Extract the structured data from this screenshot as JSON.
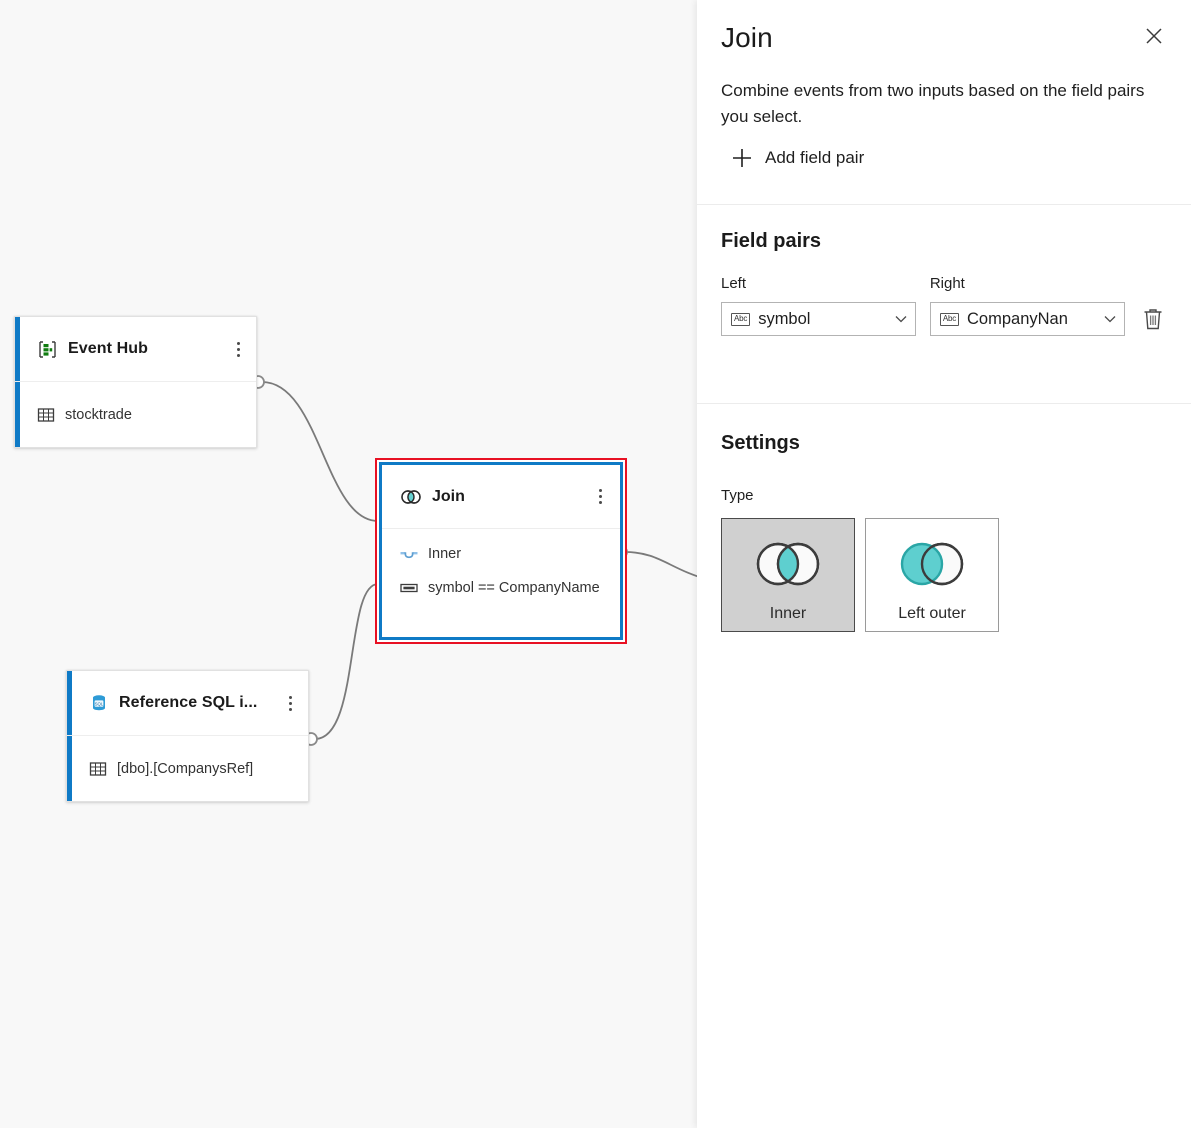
{
  "canvas": {
    "nodes": [
      {
        "id": "eventhub",
        "title": "Event Hub",
        "subtitle": "stocktrade",
        "icon": "event-hub-icon",
        "body_icon": "table-icon",
        "accent_color": "#0f7ac6"
      },
      {
        "id": "sql",
        "title": "Reference SQL i...",
        "subtitle": "[dbo].[CompanysRef]",
        "icon": "sql-database-icon",
        "body_icon": "table-icon",
        "accent_color": "#0f7ac6"
      }
    ],
    "join_node": {
      "title": "Join",
      "icon": "join-venn-icon",
      "rows": [
        {
          "icon": "join-type-icon",
          "text": "Inner"
        },
        {
          "icon": "condition-icon",
          "text": "symbol == CompanyName"
        }
      ],
      "selection_color": "#e81123",
      "border_color": "#0f7ac6"
    },
    "background_color": "#f8f8f8",
    "edge_color": "#7a7a7a"
  },
  "panel": {
    "title": "Join",
    "close_icon": "close-icon",
    "description": "Combine events from two inputs based on the field pairs you select.",
    "add_field_pair": {
      "label": "Add field pair",
      "icon": "plus-icon"
    },
    "field_pairs": {
      "section_title": "Field pairs",
      "left_label": "Left",
      "right_label": "Right",
      "rows": [
        {
          "left_value": "symbol",
          "right_value": "CompanyNan",
          "left_type_icon": "abc-icon",
          "right_type_icon": "abc-icon",
          "delete_icon": "trash-icon"
        }
      ]
    },
    "settings": {
      "section_title": "Settings",
      "type_label": "Type",
      "options": [
        {
          "label": "Inner",
          "icon": "venn-inner-icon",
          "selected": true
        },
        {
          "label": "Left outer",
          "icon": "venn-left-outer-icon",
          "selected": false
        }
      ],
      "accent_color": "#5ecfcf"
    }
  }
}
